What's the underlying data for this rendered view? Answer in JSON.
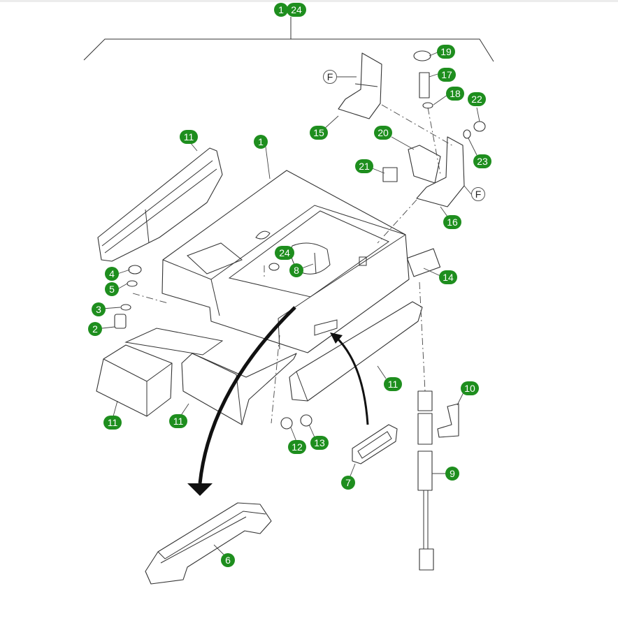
{
  "diagram": {
    "title_callouts": [
      "1",
      "24"
    ],
    "callouts": [
      {
        "id": "c1a",
        "label": "1"
      },
      {
        "id": "c2",
        "label": "2"
      },
      {
        "id": "c3",
        "label": "3"
      },
      {
        "id": "c4",
        "label": "4"
      },
      {
        "id": "c5",
        "label": "5"
      },
      {
        "id": "c6",
        "label": "6"
      },
      {
        "id": "c7",
        "label": "7"
      },
      {
        "id": "c8",
        "label": "8"
      },
      {
        "id": "c9",
        "label": "9"
      },
      {
        "id": "c10",
        "label": "10"
      },
      {
        "id": "c11a",
        "label": "11"
      },
      {
        "id": "c11b",
        "label": "11"
      },
      {
        "id": "c11c",
        "label": "11"
      },
      {
        "id": "c11d",
        "label": "11"
      },
      {
        "id": "c12",
        "label": "12"
      },
      {
        "id": "c13",
        "label": "13"
      },
      {
        "id": "c14",
        "label": "14"
      },
      {
        "id": "c15",
        "label": "15"
      },
      {
        "id": "c16",
        "label": "16"
      },
      {
        "id": "c17",
        "label": "17"
      },
      {
        "id": "c18",
        "label": "18"
      },
      {
        "id": "c19",
        "label": "19"
      },
      {
        "id": "c20",
        "label": "20"
      },
      {
        "id": "c21",
        "label": "21"
      },
      {
        "id": "c22",
        "label": "22"
      },
      {
        "id": "c23",
        "label": "23"
      },
      {
        "id": "c24",
        "label": "24"
      }
    ],
    "reference_marks": [
      "F",
      "F"
    ],
    "callout_color": "#1e8e1e"
  }
}
